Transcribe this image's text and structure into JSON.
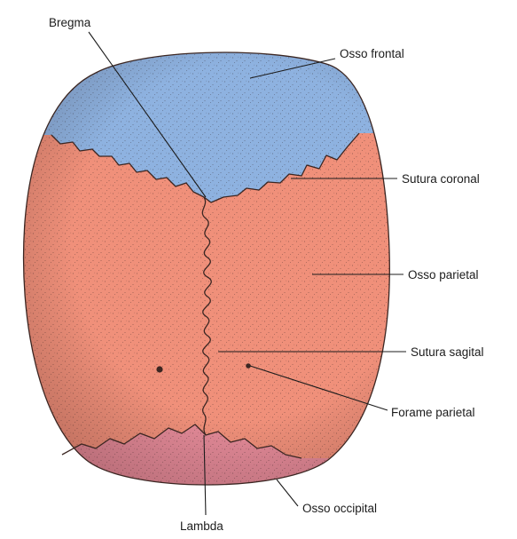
{
  "labels": {
    "bregma": "Bregma",
    "osso_frontal": "Osso frontal",
    "sutura_coronal": "Sutura coronal",
    "osso_parietal": "Osso parietal",
    "sutura_sagital": "Sutura sagital",
    "forame_parietal": "Forame parietal",
    "osso_occipital": "Osso occipital",
    "lambda": "Lambda"
  },
  "colors": {
    "frontal": "#8eb2e0",
    "parietal": "#f0907a",
    "occipital": "#e48a98",
    "stipple": "#3a2a2a",
    "outline": "#3b2622"
  }
}
